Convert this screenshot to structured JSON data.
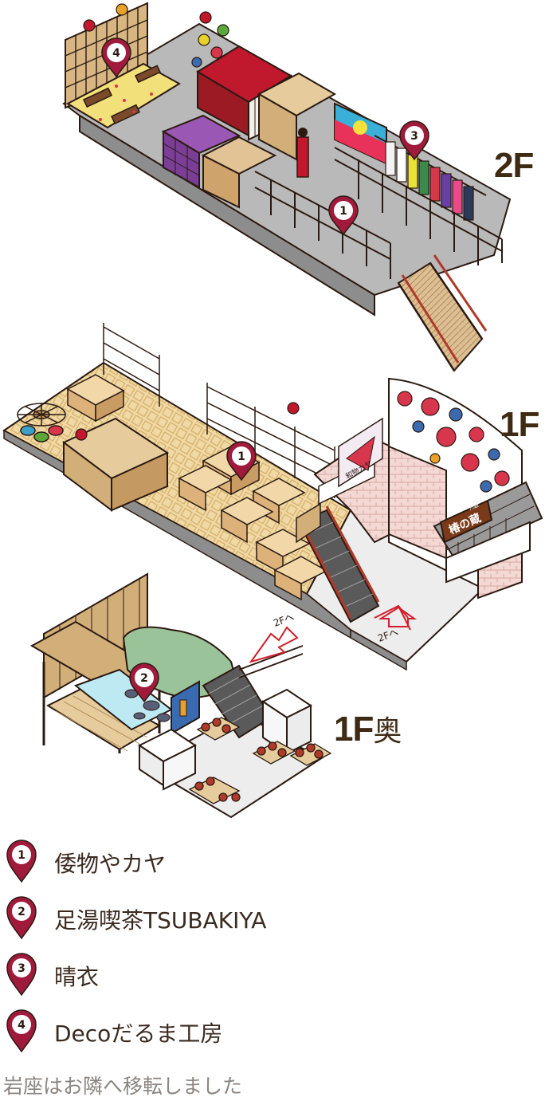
{
  "floors": {
    "second": "2F",
    "first": "1F",
    "first_back_main": "1F",
    "first_back_suffix": "奥"
  },
  "signs": {
    "upstairs": "2Fへ",
    "shop_sign": "椿の蔵",
    "shop_sign_small": "川越",
    "stall_sign": "和物カヤ"
  },
  "markers": [
    {
      "number": "1",
      "name": "倭物やカヤ"
    },
    {
      "number": "2",
      "name": "足湯喫茶TSUBAKIYA"
    },
    {
      "number": "3",
      "name": "晴衣"
    },
    {
      "number": "4",
      "name": "Decoだるま工房"
    }
  ],
  "note": "岩座はお隣へ移転しました",
  "colors": {
    "pin": "#a01a3c",
    "outline": "#2b1a12",
    "wood": "#d9b88a",
    "floor_tan": "#f0d9a4",
    "floor_grey": "#b9b9b9",
    "wall_brick": "#f2d4d0",
    "curtain_red": "#c0182c",
    "shelf_purple": "#7b3e96",
    "arrow_red": "#d21e2c"
  }
}
